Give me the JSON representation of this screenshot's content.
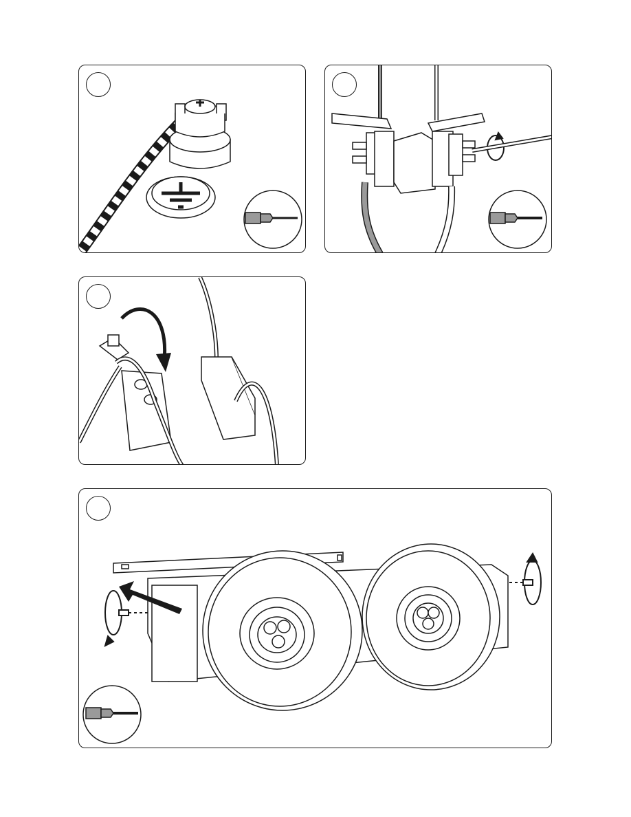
{
  "document": {
    "page": "installation-instructions",
    "steps": [
      {
        "id": "step-1",
        "tool_icon": "phillips-screwdriver-icon"
      },
      {
        "id": "step-2",
        "tool_icon": "flat-screwdriver-icon"
      },
      {
        "id": "step-3",
        "tool_icon": ""
      },
      {
        "id": "step-4",
        "tool_icon": "flat-screwdriver-icon"
      }
    ]
  },
  "colors": {
    "stroke": "#1a1a1a",
    "fill_light": "#ffffff",
    "fill_grey": "#9a9a9a"
  }
}
